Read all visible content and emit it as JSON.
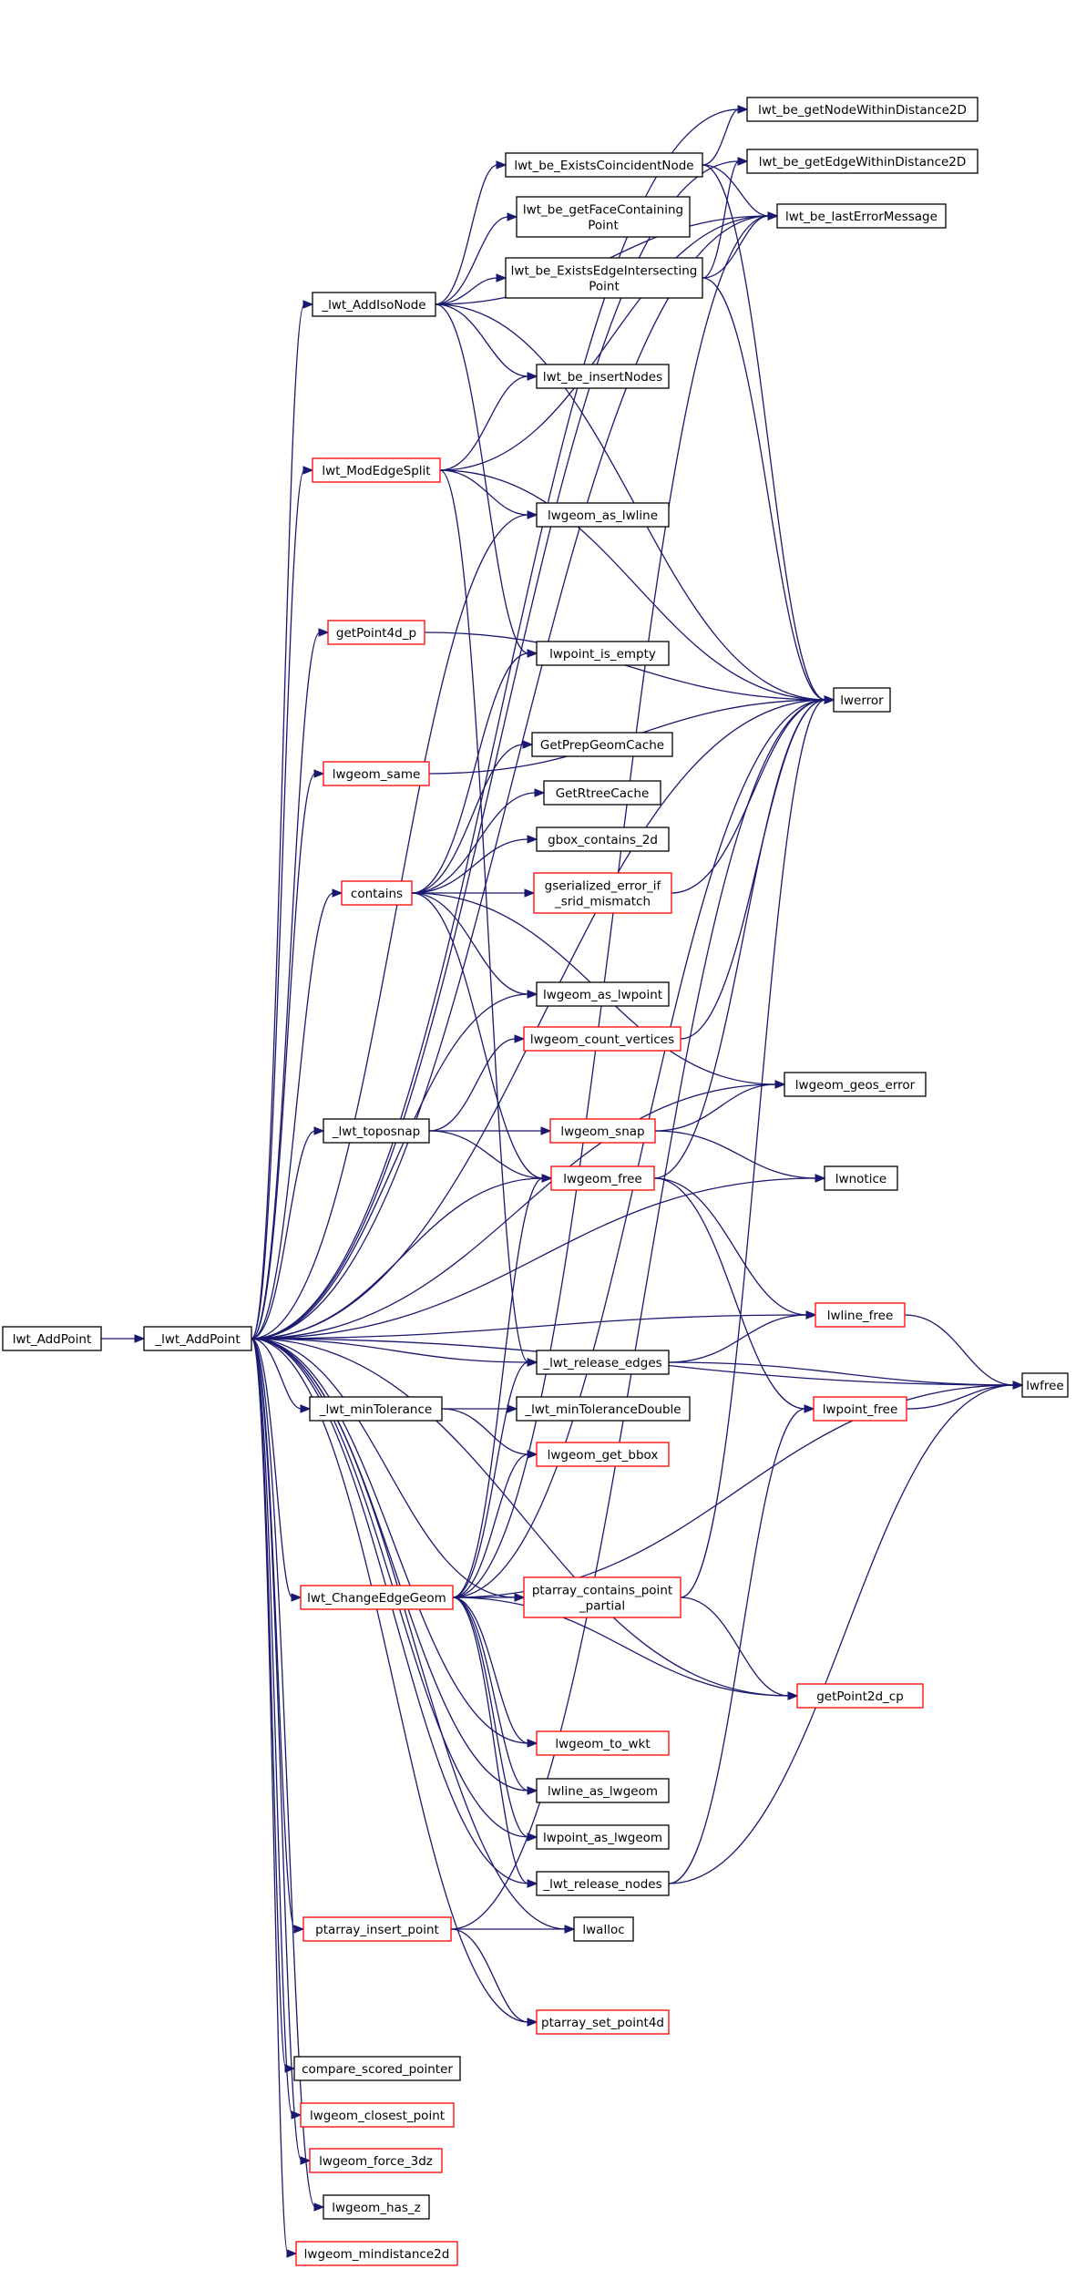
{
  "colors": {
    "edge": "#191970",
    "border_normal": "#000000",
    "border_truncated": "#ff0000",
    "root_fill": "#bfbfbf"
  },
  "nodes": [
    {
      "id": "lwt_AddPoint",
      "lines": [
        "lwt_AddPoint"
      ],
      "root": true
    },
    {
      "id": "_lwt_AddPoint",
      "lines": [
        "_lwt_AddPoint"
      ]
    },
    {
      "id": "lwt_be_getNodeWithinDistance2D",
      "lines": [
        "lwt_be_getNodeWithinDistance2D"
      ]
    },
    {
      "id": "lwt_be_getEdgeWithinDistance2D",
      "lines": [
        "lwt_be_getEdgeWithinDistance2D"
      ]
    },
    {
      "id": "lwt_be_ExistsCoincidentNode",
      "lines": [
        "lwt_be_ExistsCoincidentNode"
      ]
    },
    {
      "id": "lwt_be_lastErrorMessage",
      "lines": [
        "lwt_be_lastErrorMessage"
      ]
    },
    {
      "id": "lwt_be_getFaceContainingPoint",
      "lines": [
        "lwt_be_getFaceContaining",
        "Point"
      ]
    },
    {
      "id": "lwt_be_ExistsEdgeIntersectingPoint",
      "lines": [
        "lwt_be_ExistsEdgeIntersecting",
        "Point"
      ]
    },
    {
      "id": "_lwt_AddIsoNode",
      "lines": [
        "_lwt_AddIsoNode"
      ]
    },
    {
      "id": "lwt_be_insertNodes",
      "lines": [
        "lwt_be_insertNodes"
      ]
    },
    {
      "id": "lwt_ModEdgeSplit",
      "lines": [
        "lwt_ModEdgeSplit"
      ],
      "truncated": true
    },
    {
      "id": "lwgeom_as_lwline",
      "lines": [
        "lwgeom_as_lwline"
      ]
    },
    {
      "id": "getPoint4d_p",
      "lines": [
        "getPoint4d_p"
      ],
      "truncated": true
    },
    {
      "id": "lwpoint_is_empty",
      "lines": [
        "lwpoint_is_empty"
      ]
    },
    {
      "id": "lwerror",
      "lines": [
        "lwerror"
      ]
    },
    {
      "id": "lwgeom_same",
      "lines": [
        "lwgeom_same"
      ],
      "truncated": true
    },
    {
      "id": "GetPrepGeomCache",
      "lines": [
        "GetPrepGeomCache"
      ]
    },
    {
      "id": "GetRtreeCache",
      "lines": [
        "GetRtreeCache"
      ]
    },
    {
      "id": "gbox_contains_2d",
      "lines": [
        "gbox_contains_2d"
      ]
    },
    {
      "id": "contains",
      "lines": [
        "contains"
      ],
      "truncated": true
    },
    {
      "id": "gserialized_error_if_srid_mismatch",
      "lines": [
        "gserialized_error_if",
        "_srid_mismatch"
      ],
      "truncated": true
    },
    {
      "id": "lwgeom_as_lwpoint",
      "lines": [
        "lwgeom_as_lwpoint"
      ]
    },
    {
      "id": "lwgeom_count_vertices",
      "lines": [
        "lwgeom_count_vertices"
      ],
      "truncated": true
    },
    {
      "id": "lwgeom_geos_error",
      "lines": [
        "lwgeom_geos_error"
      ]
    },
    {
      "id": "_lwt_toposnap",
      "lines": [
        "_lwt_toposnap"
      ]
    },
    {
      "id": "lwgeom_snap",
      "lines": [
        "lwgeom_snap"
      ],
      "truncated": true
    },
    {
      "id": "lwgeom_free",
      "lines": [
        "lwgeom_free"
      ],
      "truncated": true
    },
    {
      "id": "lwnotice",
      "lines": [
        "lwnotice"
      ]
    },
    {
      "id": "lwline_free",
      "lines": [
        "lwline_free"
      ],
      "truncated": true
    },
    {
      "id": "_lwt_release_edges",
      "lines": [
        "_lwt_release_edges"
      ]
    },
    {
      "id": "lwfree",
      "lines": [
        "lwfree"
      ]
    },
    {
      "id": "_lwt_minTolerance",
      "lines": [
        "_lwt_minTolerance"
      ]
    },
    {
      "id": "_lwt_minToleranceDouble",
      "lines": [
        "_lwt_minToleranceDouble"
      ]
    },
    {
      "id": "lwpoint_free",
      "lines": [
        "lwpoint_free"
      ],
      "truncated": true
    },
    {
      "id": "lwgeom_get_bbox",
      "lines": [
        "lwgeom_get_bbox"
      ],
      "truncated": true
    },
    {
      "id": "lwt_ChangeEdgeGeom",
      "lines": [
        "lwt_ChangeEdgeGeom"
      ],
      "truncated": true
    },
    {
      "id": "ptarray_contains_point_partial",
      "lines": [
        "ptarray_contains_point",
        "_partial"
      ],
      "truncated": true
    },
    {
      "id": "getPoint2d_cp",
      "lines": [
        "getPoint2d_cp"
      ],
      "truncated": true
    },
    {
      "id": "lwgeom_to_wkt",
      "lines": [
        "lwgeom_to_wkt"
      ],
      "truncated": true
    },
    {
      "id": "lwline_as_lwgeom",
      "lines": [
        "lwline_as_lwgeom"
      ]
    },
    {
      "id": "lwpoint_as_lwgeom",
      "lines": [
        "lwpoint_as_lwgeom"
      ]
    },
    {
      "id": "_lwt_release_nodes",
      "lines": [
        "_lwt_release_nodes"
      ]
    },
    {
      "id": "ptarray_insert_point",
      "lines": [
        "ptarray_insert_point"
      ],
      "truncated": true
    },
    {
      "id": "lwalloc",
      "lines": [
        "lwalloc"
      ]
    },
    {
      "id": "ptarray_set_point4d",
      "lines": [
        "ptarray_set_point4d"
      ],
      "truncated": true
    },
    {
      "id": "compare_scored_pointer",
      "lines": [
        "compare_scored_pointer"
      ]
    },
    {
      "id": "lwgeom_closest_point",
      "lines": [
        "lwgeom_closest_point"
      ],
      "truncated": true
    },
    {
      "id": "lwgeom_force_3dz",
      "lines": [
        "lwgeom_force_3dz"
      ],
      "truncated": true
    },
    {
      "id": "lwgeom_has_z",
      "lines": [
        "lwgeom_has_z"
      ]
    },
    {
      "id": "lwgeom_mindistance2d",
      "lines": [
        "lwgeom_mindistance2d"
      ],
      "truncated": true
    }
  ],
  "edges": [
    [
      "lwt_AddPoint",
      "_lwt_AddPoint"
    ],
    [
      "_lwt_AddPoint",
      "lwt_be_getNodeWithinDistance2D"
    ],
    [
      "_lwt_AddPoint",
      "lwt_be_getEdgeWithinDistance2D"
    ],
    [
      "_lwt_AddPoint",
      "lwt_be_lastErrorMessage"
    ],
    [
      "_lwt_AddPoint",
      "_lwt_AddIsoNode"
    ],
    [
      "_lwt_AddPoint",
      "lwt_ModEdgeSplit"
    ],
    [
      "_lwt_AddPoint",
      "lwgeom_as_lwline"
    ],
    [
      "_lwt_AddPoint",
      "getPoint4d_p"
    ],
    [
      "_lwt_AddPoint",
      "lwerror"
    ],
    [
      "_lwt_AddPoint",
      "lwgeom_same"
    ],
    [
      "_lwt_AddPoint",
      "contains"
    ],
    [
      "_lwt_AddPoint",
      "lwgeom_as_lwpoint"
    ],
    [
      "_lwt_AddPoint",
      "lwgeom_geos_error"
    ],
    [
      "_lwt_AddPoint",
      "_lwt_toposnap"
    ],
    [
      "_lwt_AddPoint",
      "lwgeom_free"
    ],
    [
      "_lwt_AddPoint",
      "lwnotice"
    ],
    [
      "_lwt_AddPoint",
      "lwline_free"
    ],
    [
      "_lwt_AddPoint",
      "_lwt_release_edges"
    ],
    [
      "_lwt_AddPoint",
      "lwfree"
    ],
    [
      "_lwt_AddPoint",
      "_lwt_minTolerance"
    ],
    [
      "_lwt_AddPoint",
      "lwt_ChangeEdgeGeom"
    ],
    [
      "_lwt_AddPoint",
      "ptarray_contains_point_partial"
    ],
    [
      "_lwt_AddPoint",
      "lwgeom_to_wkt"
    ],
    [
      "_lwt_AddPoint",
      "lwline_as_lwgeom"
    ],
    [
      "_lwt_AddPoint",
      "lwpoint_as_lwgeom"
    ],
    [
      "_lwt_AddPoint",
      "_lwt_release_nodes"
    ],
    [
      "_lwt_AddPoint",
      "ptarray_insert_point"
    ],
    [
      "_lwt_AddPoint",
      "lwalloc"
    ],
    [
      "_lwt_AddPoint",
      "ptarray_set_point4d"
    ],
    [
      "_lwt_AddPoint",
      "getPoint2d_cp"
    ],
    [
      "_lwt_AddPoint",
      "compare_scored_pointer"
    ],
    [
      "_lwt_AddPoint",
      "lwgeom_closest_point"
    ],
    [
      "_lwt_AddPoint",
      "lwgeom_force_3dz"
    ],
    [
      "_lwt_AddPoint",
      "lwgeom_has_z"
    ],
    [
      "_lwt_AddPoint",
      "lwgeom_mindistance2d"
    ],
    [
      "_lwt_AddIsoNode",
      "lwt_be_ExistsCoincidentNode"
    ],
    [
      "_lwt_AddIsoNode",
      "lwt_be_lastErrorMessage"
    ],
    [
      "_lwt_AddIsoNode",
      "lwt_be_getFaceContainingPoint"
    ],
    [
      "_lwt_AddIsoNode",
      "lwt_be_ExistsEdgeIntersectingPoint"
    ],
    [
      "_lwt_AddIsoNode",
      "lwt_be_insertNodes"
    ],
    [
      "_lwt_AddIsoNode",
      "lwpoint_is_empty"
    ],
    [
      "_lwt_AddIsoNode",
      "lwerror"
    ],
    [
      "lwt_be_ExistsCoincidentNode",
      "lwt_be_getNodeWithinDistance2D"
    ],
    [
      "lwt_be_ExistsCoincidentNode",
      "lwt_be_lastErrorMessage"
    ],
    [
      "lwt_be_ExistsCoincidentNode",
      "lwerror"
    ],
    [
      "lwt_be_ExistsEdgeIntersectingPoint",
      "lwt_be_getEdgeWithinDistance2D"
    ],
    [
      "lwt_be_ExistsEdgeIntersectingPoint",
      "lwt_be_lastErrorMessage"
    ],
    [
      "lwt_be_ExistsEdgeIntersectingPoint",
      "lwerror"
    ],
    [
      "lwt_ModEdgeSplit",
      "lwt_be_insertNodes"
    ],
    [
      "lwt_ModEdgeSplit",
      "lwt_be_lastErrorMessage"
    ],
    [
      "lwt_ModEdgeSplit",
      "lwgeom_as_lwline"
    ],
    [
      "lwt_ModEdgeSplit",
      "lwerror"
    ],
    [
      "lwt_ModEdgeSplit",
      "_lwt_release_edges"
    ],
    [
      "getPoint4d_p",
      "lwerror"
    ],
    [
      "lwgeom_same",
      "lwerror"
    ],
    [
      "contains",
      "lwpoint_is_empty"
    ],
    [
      "contains",
      "GetPrepGeomCache"
    ],
    [
      "contains",
      "GetRtreeCache"
    ],
    [
      "contains",
      "gbox_contains_2d"
    ],
    [
      "contains",
      "gserialized_error_if_srid_mismatch"
    ],
    [
      "contains",
      "lwgeom_as_lwpoint"
    ],
    [
      "contains",
      "lwgeom_geos_error"
    ],
    [
      "contains",
      "lwgeom_free"
    ],
    [
      "gserialized_error_if_srid_mismatch",
      "lwerror"
    ],
    [
      "lwgeom_count_vertices",
      "lwerror"
    ],
    [
      "_lwt_toposnap",
      "lwgeom_count_vertices"
    ],
    [
      "_lwt_toposnap",
      "lwgeom_snap"
    ],
    [
      "_lwt_toposnap",
      "lwgeom_free"
    ],
    [
      "lwgeom_snap",
      "lwgeom_geos_error"
    ],
    [
      "lwgeom_snap",
      "lwnotice"
    ],
    [
      "lwgeom_free",
      "lwerror"
    ],
    [
      "lwgeom_free",
      "lwline_free"
    ],
    [
      "lwgeom_free",
      "lwpoint_free"
    ],
    [
      "lwline_free",
      "lwfree"
    ],
    [
      "_lwt_release_edges",
      "lwline_free"
    ],
    [
      "_lwt_release_edges",
      "lwfree"
    ],
    [
      "lwpoint_free",
      "lwfree"
    ],
    [
      "_lwt_minTolerance",
      "_lwt_minToleranceDouble"
    ],
    [
      "_lwt_minTolerance",
      "lwgeom_get_bbox"
    ],
    [
      "lwt_ChangeEdgeGeom",
      "lwt_be_lastErrorMessage"
    ],
    [
      "lwt_ChangeEdgeGeom",
      "lwerror"
    ],
    [
      "lwt_ChangeEdgeGeom",
      "lwgeom_free"
    ],
    [
      "lwt_ChangeEdgeGeom",
      "_lwt_release_edges"
    ],
    [
      "lwt_ChangeEdgeGeom",
      "lwgeom_get_bbox"
    ],
    [
      "lwt_ChangeEdgeGeom",
      "ptarray_contains_point_partial"
    ],
    [
      "lwt_ChangeEdgeGeom",
      "lwfree"
    ],
    [
      "lwt_ChangeEdgeGeom",
      "getPoint2d_cp"
    ],
    [
      "lwt_ChangeEdgeGeom",
      "lwgeom_to_wkt"
    ],
    [
      "lwt_ChangeEdgeGeom",
      "lwline_as_lwgeom"
    ],
    [
      "lwt_ChangeEdgeGeom",
      "lwpoint_as_lwgeom"
    ],
    [
      "lwt_ChangeEdgeGeom",
      "_lwt_release_nodes"
    ],
    [
      "ptarray_contains_point_partial",
      "lwerror"
    ],
    [
      "ptarray_contains_point_partial",
      "getPoint2d_cp"
    ],
    [
      "_lwt_release_nodes",
      "lwpoint_free"
    ],
    [
      "_lwt_release_nodes",
      "lwfree"
    ],
    [
      "ptarray_insert_point",
      "lwalloc"
    ],
    [
      "ptarray_insert_point",
      "lwerror"
    ],
    [
      "ptarray_insert_point",
      "ptarray_set_point4d"
    ]
  ]
}
